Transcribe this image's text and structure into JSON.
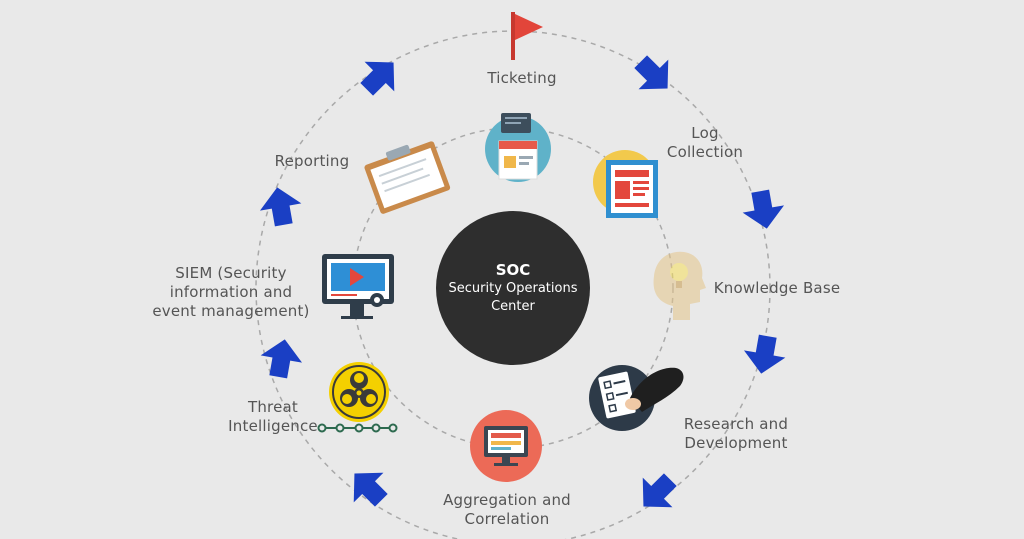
{
  "center": {
    "title": "SOC",
    "subtitle_lines": [
      "Security Operations",
      "Center"
    ]
  },
  "stages": [
    {
      "id": "ticketing",
      "lines": [
        "Ticketing"
      ],
      "icon": "red-flag-icon"
    },
    {
      "id": "log-collection",
      "lines": [
        "Log",
        "Collection"
      ],
      "icon": "newspaper-icon"
    },
    {
      "id": "knowledge-base",
      "lines": [
        "Knowledge Base"
      ],
      "icon": "lightbulb-head-icon"
    },
    {
      "id": "research-and-development",
      "lines": [
        "Research and",
        "Development"
      ],
      "icon": "checklist-hand-icon"
    },
    {
      "id": "aggregation-and-correlation",
      "lines": [
        "Aggregation and",
        "Correlation"
      ],
      "icon": "monitor-dashboard-icon"
    },
    {
      "id": "threat-intelligence",
      "lines": [
        "Threat",
        "Intelligence"
      ],
      "icon": "biohazard-icon"
    },
    {
      "id": "siem",
      "lines": [
        "SIEM (Security",
        "information and",
        "event management)"
      ],
      "icon": "monitor-play-icon"
    },
    {
      "id": "reporting",
      "lines": [
        "Reporting"
      ],
      "icon": "clipboard-icon"
    }
  ],
  "ticketing_inner_icon": "security-cards-icon",
  "colors": {
    "arrow": "#1a3fc4",
    "center_fill": "#2e2e2e",
    "background": "#e9e9e9",
    "label": "#555555"
  }
}
